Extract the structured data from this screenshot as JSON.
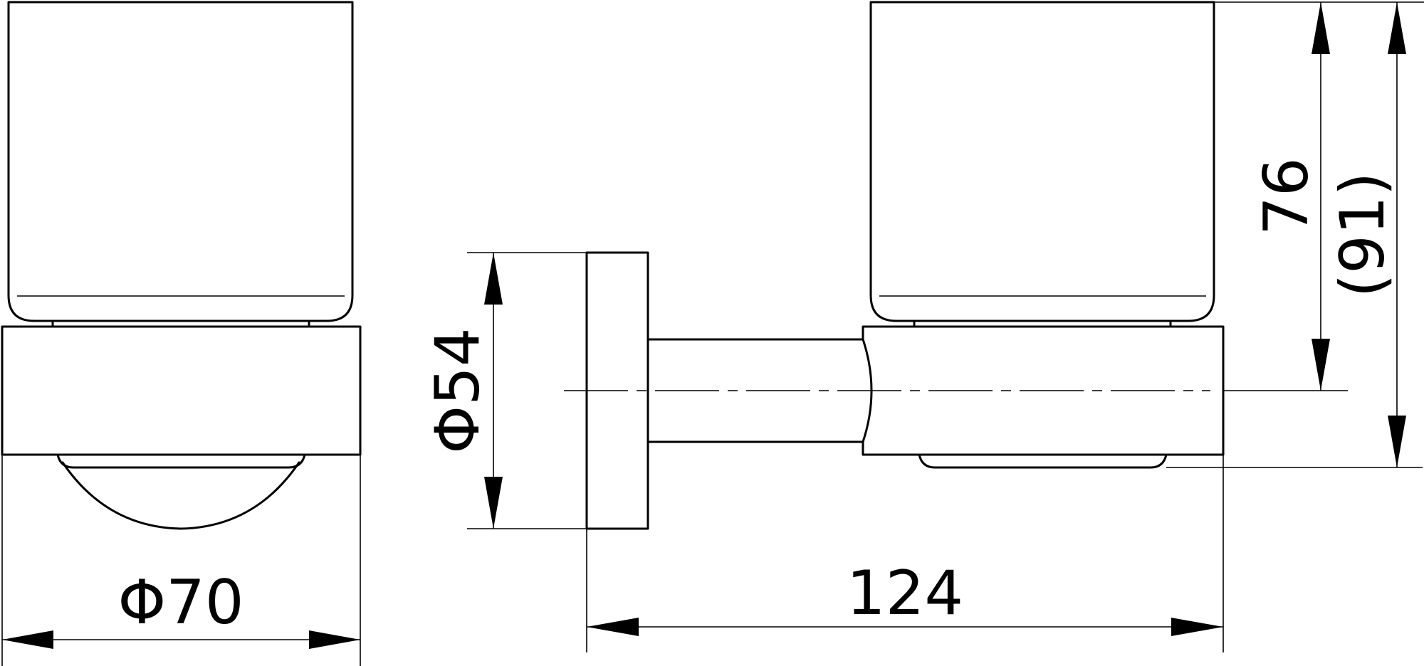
{
  "dimensions": {
    "diameter_base": "Φ70",
    "diameter_plate": "Φ54",
    "length": "124",
    "height_upper": "76",
    "height_total": "(91)"
  },
  "colors": {
    "line": "#000000",
    "background": "#ffffff"
  }
}
